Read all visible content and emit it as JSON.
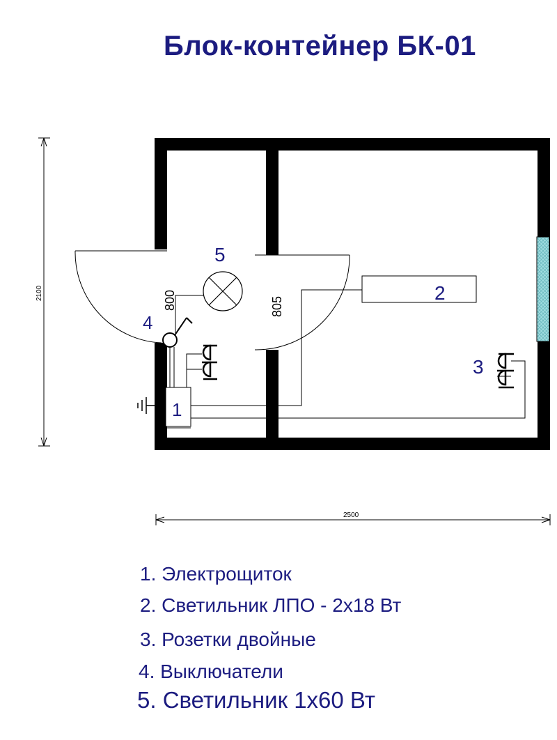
{
  "title": "Блок-контейнер БК-01",
  "dimensions": {
    "height_label": "2100",
    "width_label": "2500",
    "door_left_label": "800",
    "door_right_label": "805"
  },
  "markers": {
    "m1": "1",
    "m2": "2",
    "m3": "3",
    "m4": "4",
    "m5": "5"
  },
  "legend": [
    "1. Электрощиток",
    "2. Светильник ЛПО - 2х18 Вт",
    "3. Розетки двойные",
    "4. Выключатели",
    "5.  Светильник 1х60 Вт"
  ],
  "colors": {
    "text": "#1c1c80",
    "wall": "#000000",
    "window_fill": "#9fdde0"
  }
}
